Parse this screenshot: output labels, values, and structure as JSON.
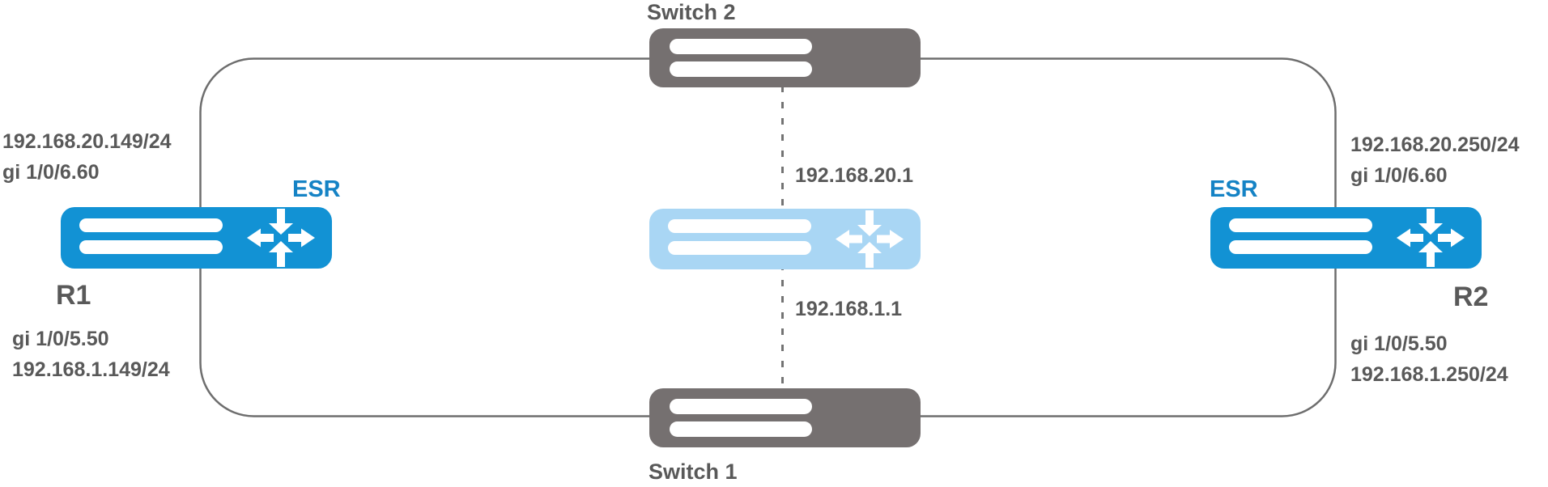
{
  "diagram": {
    "switch2": {
      "label": "Switch 2"
    },
    "switch1": {
      "label": "Switch 1"
    },
    "r1": {
      "name": "R1",
      "device": "ESR",
      "ip_top": "192.168.20.149/24",
      "iface_top": "gi 1/0/6.60",
      "iface_bottom": "gi 1/0/5.50",
      "ip_bottom": "192.168.1.149/24"
    },
    "r2": {
      "name": "R2",
      "device": "ESR",
      "ip_top": "192.168.20.250/24",
      "iface_top": "gi 1/0/6.60",
      "iface_bottom": "gi 1/0/5.50",
      "ip_bottom": "192.168.1.250/24"
    },
    "virtual_router": {
      "vip_top": "192.168.20.1",
      "vip_bottom": "192.168.1.1"
    },
    "colors": {
      "router_blue": "#1292d4",
      "virtual_router_blue": "#a9d6f4",
      "switch_gray": "#757070",
      "link_gray": "#6e6e6e",
      "label_gray": "#595959",
      "esr_label_blue": "#1583c5"
    }
  }
}
